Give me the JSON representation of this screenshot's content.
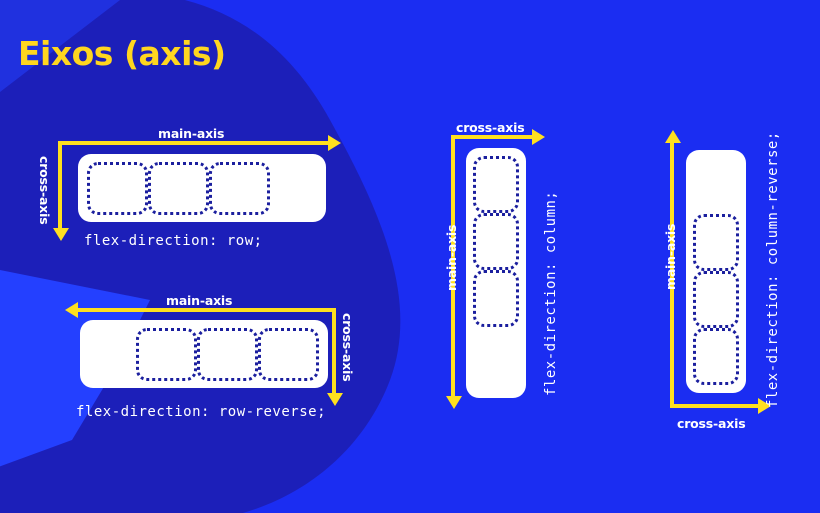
{
  "slide": {
    "title": "Eixos (axis)",
    "background_color": "#1b2df2",
    "blob_color": "#1c1fb9",
    "wedge_color": "#2440ff",
    "accent_color": "#ffe01f",
    "title_color": "#ffd61f",
    "container_color": "#ffffff",
    "item_border_color": "#1b1f9e",
    "text_color": "#ffffff"
  },
  "labels": {
    "main_axis": "main-axis",
    "cross_axis": "cross-axis"
  },
  "diagrams": [
    {
      "id": "row",
      "code": "flex-direction: row;",
      "main_axis_label": "main-axis",
      "cross_axis_label": "cross-axis",
      "main_axis_direction": "right",
      "cross_axis_direction": "down",
      "item_count": 3,
      "items_aligned": "start"
    },
    {
      "id": "row-reverse",
      "code": "flex-direction: row-reverse;",
      "main_axis_label": "main-axis",
      "cross_axis_label": "cross-axis",
      "main_axis_direction": "left",
      "cross_axis_direction": "down",
      "item_count": 3,
      "items_aligned": "end"
    },
    {
      "id": "column",
      "code": "flex-direction: column;",
      "main_axis_label": "main-axis",
      "cross_axis_label": "cross-axis",
      "main_axis_direction": "down",
      "cross_axis_direction": "right",
      "item_count": 3,
      "items_aligned": "start"
    },
    {
      "id": "column-reverse",
      "code": "flex-direction: column-reverse;",
      "main_axis_label": "main-axis",
      "cross_axis_label": "cross-axis",
      "main_axis_direction": "up",
      "cross_axis_direction": "right",
      "item_count": 3,
      "items_aligned": "end"
    }
  ]
}
